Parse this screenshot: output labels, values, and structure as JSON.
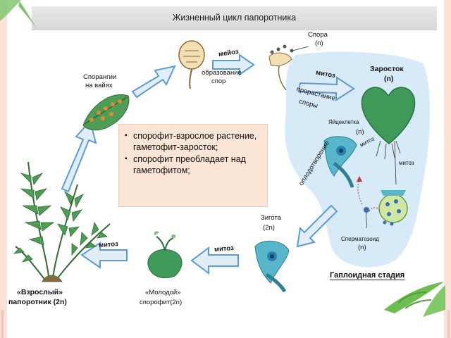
{
  "slide": {
    "title": "Жизненный цикл папоротника"
  },
  "labels": {
    "spore": "Спора",
    "spore_ploidy": "(n)",
    "meiosis": "мейоз",
    "spore_formation_1": "образование",
    "spore_formation_2": "спор",
    "sporangia_1": "Спорангии",
    "sporangia_2": "на вайях",
    "mitosis_top": "митоз",
    "spore_germination_1": "прорастание",
    "spore_germination_2": "споры",
    "prothallus": "Заросток",
    "prothallus_ploidy": "(n)",
    "egg_cell": "Яйцеклетка",
    "egg_ploidy": "(n)",
    "mitosis_small_1": "митоз",
    "mitosis_small_2": "митоз",
    "fertilization": "оплодотворение",
    "sperm": "Сперматозоид",
    "sperm_ploidy": "(n)",
    "haploid_stage": "Гаплоидная стадия",
    "zygote": "Зигота",
    "zygote_ploidy": "(2n)",
    "mitosis_bottom": "митоз",
    "young_sporophyte_1": "«Молодой»",
    "young_sporophyte_2": "спорофит(2n)",
    "mitosis_left": "митоз",
    "adult_fern_1": "«Взрослый»",
    "adult_fern_2": "папоротник (2n)"
  },
  "infobox": {
    "items": [
      "спорофит-взрослое растение, гаметофит-заросток;",
      "спорофит преобладает над гаметофитом;"
    ]
  },
  "colors": {
    "arrow_fill": "#e1eef8",
    "arrow_stroke": "#5b9bd5",
    "haploid_bg": "#d6eaf7",
    "plant_green": "#3f8f4a",
    "leaf_light": "#7dc47f",
    "cell_teal": "#57b6c9"
  }
}
